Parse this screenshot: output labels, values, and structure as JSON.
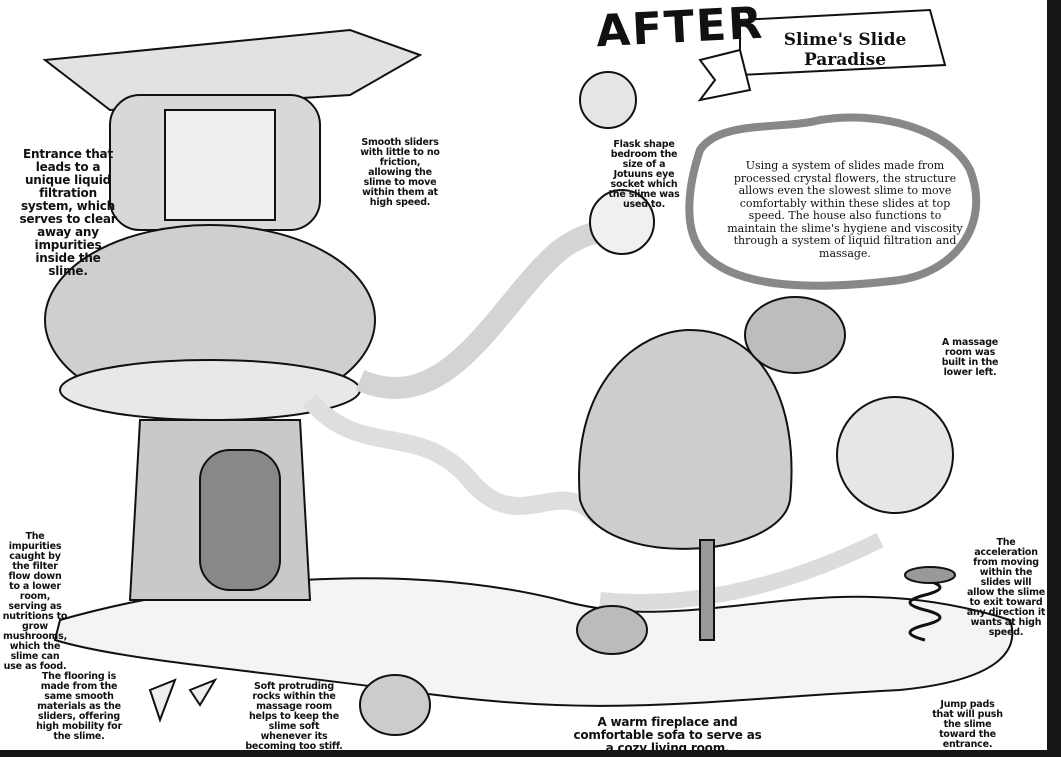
{
  "header": {
    "stamp": "AFTER",
    "title": "Slime's Slide Paradise"
  },
  "description": "Using a system of slides made from processed crystal flowers, the structure allows even the slowest slime to move comfortably within these slides at top speed. The house also functions to maintain the slime's hygiene and viscosity through a system of liquid filtration and massage.",
  "annotations": {
    "entrance": "Entrance that leads to a unique liquid filtration system, which serves to clear away any impurities inside the slime.",
    "sliders": "Smooth sliders with little to no friction, allowing the slime to move within them at high speed.",
    "flask": "Flask shape bedroom the size of a Jotuuns eye socket which the slime was used to.",
    "massage_room": "A massage room was built in the lower left.",
    "impurities": "The impurities caught by the filter flow down to a lower room, serving as nutritions to grow mushrooms, which the slime can use as food.",
    "acceleration": "The acceleration from moving within the slides will allow the slime to exit toward any direction it wants at high speed.",
    "flooring": "The flooring is made from the same smooth materials as the sliders, offering high mobility for the slime.",
    "rocks": "Soft protruding rocks within the massage room helps to keep the slime soft whenever its becoming too stiff.",
    "living_room": "A warm fireplace and comfortable sofa to serve as a cozy living room.",
    "jump_pads": "Jump pads that will push the slime toward the entrance."
  },
  "colors": {
    "ink": "#111111",
    "paper": "#ffffff",
    "border": "#161616",
    "tone": "#bdbdbd"
  }
}
